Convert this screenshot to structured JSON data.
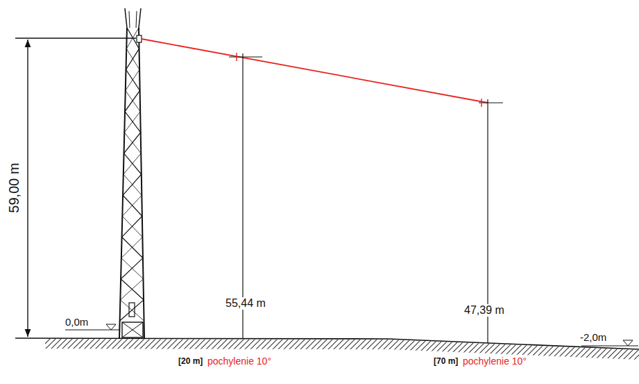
{
  "diagram": {
    "labels": [
      "59,00 m",
      "0,0m",
      "55,44 m",
      "47,39 m",
      "-2,0m",
      "[20 m]",
      "pochylenie 10°",
      "[70 m]",
      "pochylenie 10°"
    ]
  }
}
